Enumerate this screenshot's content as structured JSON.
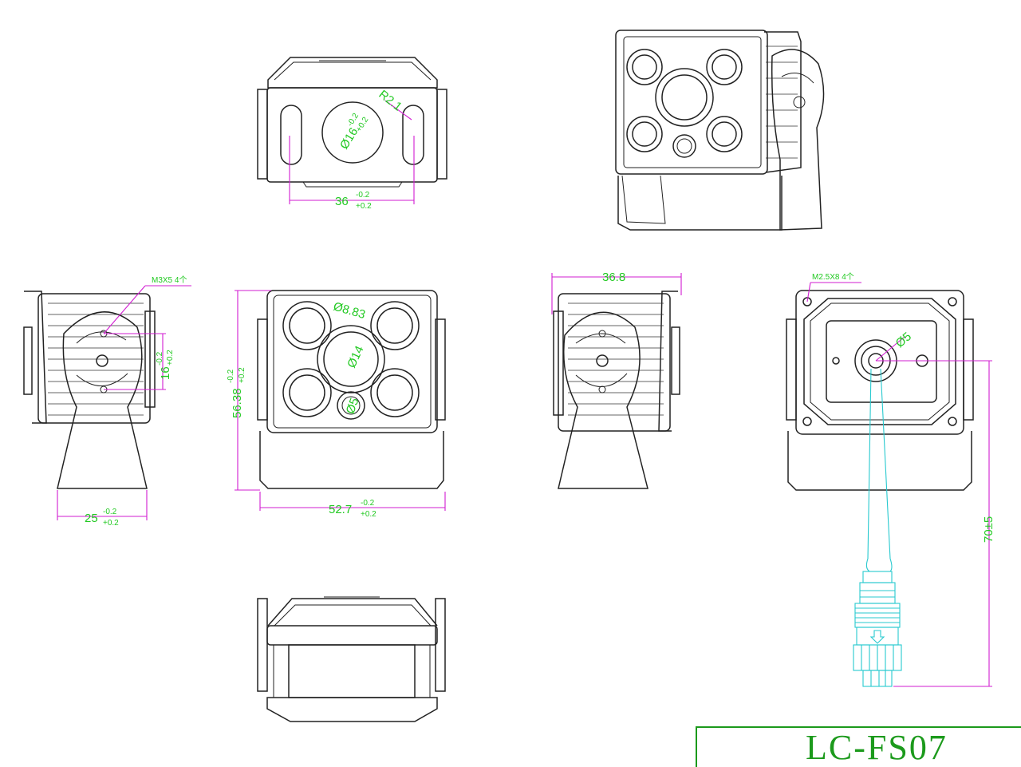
{
  "title_block": {
    "model": "LC-FS07"
  },
  "dimensions": {
    "top_hole_dia": "Ø16",
    "top_hole_tol_upper": "-0.2",
    "top_hole_tol_lower": "+0.2",
    "top_radius": "R2.1",
    "top_width": "36",
    "top_width_tol_upper": "-0.2",
    "top_width_tol_lower": "+0.2",
    "side_screw_note": "M3X5 4个",
    "side_slot": "16",
    "side_slot_tol_upper": "-0.2",
    "side_slot_tol_lower": "+0.2",
    "side_base_width": "25",
    "side_base_tol_upper": "-0.2",
    "side_base_tol_lower": "+0.2",
    "front_height": "56.38",
    "front_height_tol_upper": "-0.2",
    "front_height_tol_lower": "+0.2",
    "front_ir_dia": "Ø8.83",
    "front_lens_dia": "Ø14",
    "front_sensor_dia": "Ø5",
    "front_width": "52.7",
    "front_width_tol_upper": "-0.2",
    "front_width_tol_lower": "+0.2",
    "right_depth": "36.8",
    "rear_screw_note": "M2.5X8 4个",
    "rear_cable_dia": "Ø5",
    "cable_length": "70±5"
  }
}
